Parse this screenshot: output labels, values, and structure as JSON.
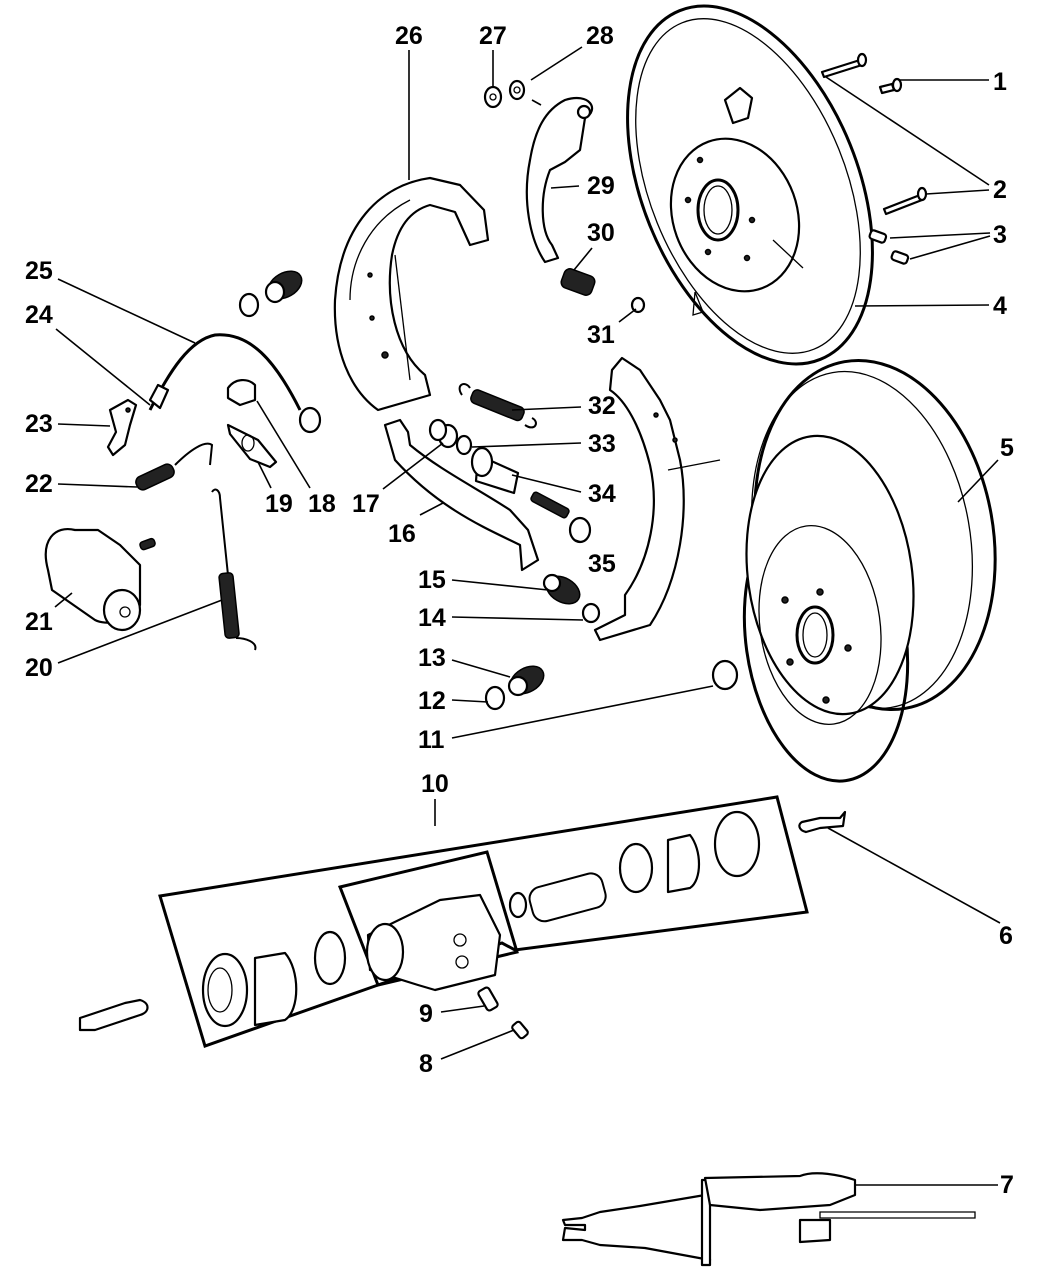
{
  "title": "Rear Drum Brake Assembly - Exploded Parts Diagram",
  "callouts": [
    {
      "id": "1",
      "part": "bolt"
    },
    {
      "id": "2",
      "part": "mounting-bolts"
    },
    {
      "id": "3",
      "part": "plugs"
    },
    {
      "id": "4",
      "part": "backing-plate"
    },
    {
      "id": "5",
      "part": "brake-drum"
    },
    {
      "id": "6",
      "part": "adjuster-screw-end"
    },
    {
      "id": "7",
      "part": "adjuster-assembly"
    },
    {
      "id": "8",
      "part": "pin"
    },
    {
      "id": "9",
      "part": "bleeder-screw"
    },
    {
      "id": "10",
      "part": "wheel-cylinder-kit"
    },
    {
      "id": "11",
      "part": "plug"
    },
    {
      "id": "12",
      "part": "retainer-cup"
    },
    {
      "id": "13",
      "part": "hold-down-spring"
    },
    {
      "id": "14",
      "part": "washer"
    },
    {
      "id": "15",
      "part": "spring"
    },
    {
      "id": "16",
      "part": "parking-brake-lever"
    },
    {
      "id": "17",
      "part": "socket"
    },
    {
      "id": "18",
      "part": "guide"
    },
    {
      "id": "19",
      "part": "plate"
    },
    {
      "id": "20",
      "part": "return-spring"
    },
    {
      "id": "21",
      "part": "wheel-cylinder"
    },
    {
      "id": "22",
      "part": "adjuster-spring"
    },
    {
      "id": "23",
      "part": "lever"
    },
    {
      "id": "24",
      "part": "cable-end"
    },
    {
      "id": "25",
      "part": "adjuster-cable"
    },
    {
      "id": "26",
      "part": "brake-shoe-primary"
    },
    {
      "id": "27",
      "part": "nut"
    },
    {
      "id": "28",
      "part": "washer"
    },
    {
      "id": "29",
      "part": "park-brake-lever"
    },
    {
      "id": "30",
      "part": "spring"
    },
    {
      "id": "31",
      "part": "nut"
    },
    {
      "id": "32",
      "part": "spring"
    },
    {
      "id": "33",
      "part": "washer"
    },
    {
      "id": "34",
      "part": "pivot-nut"
    },
    {
      "id": "35",
      "part": "adjuster-screw"
    }
  ]
}
